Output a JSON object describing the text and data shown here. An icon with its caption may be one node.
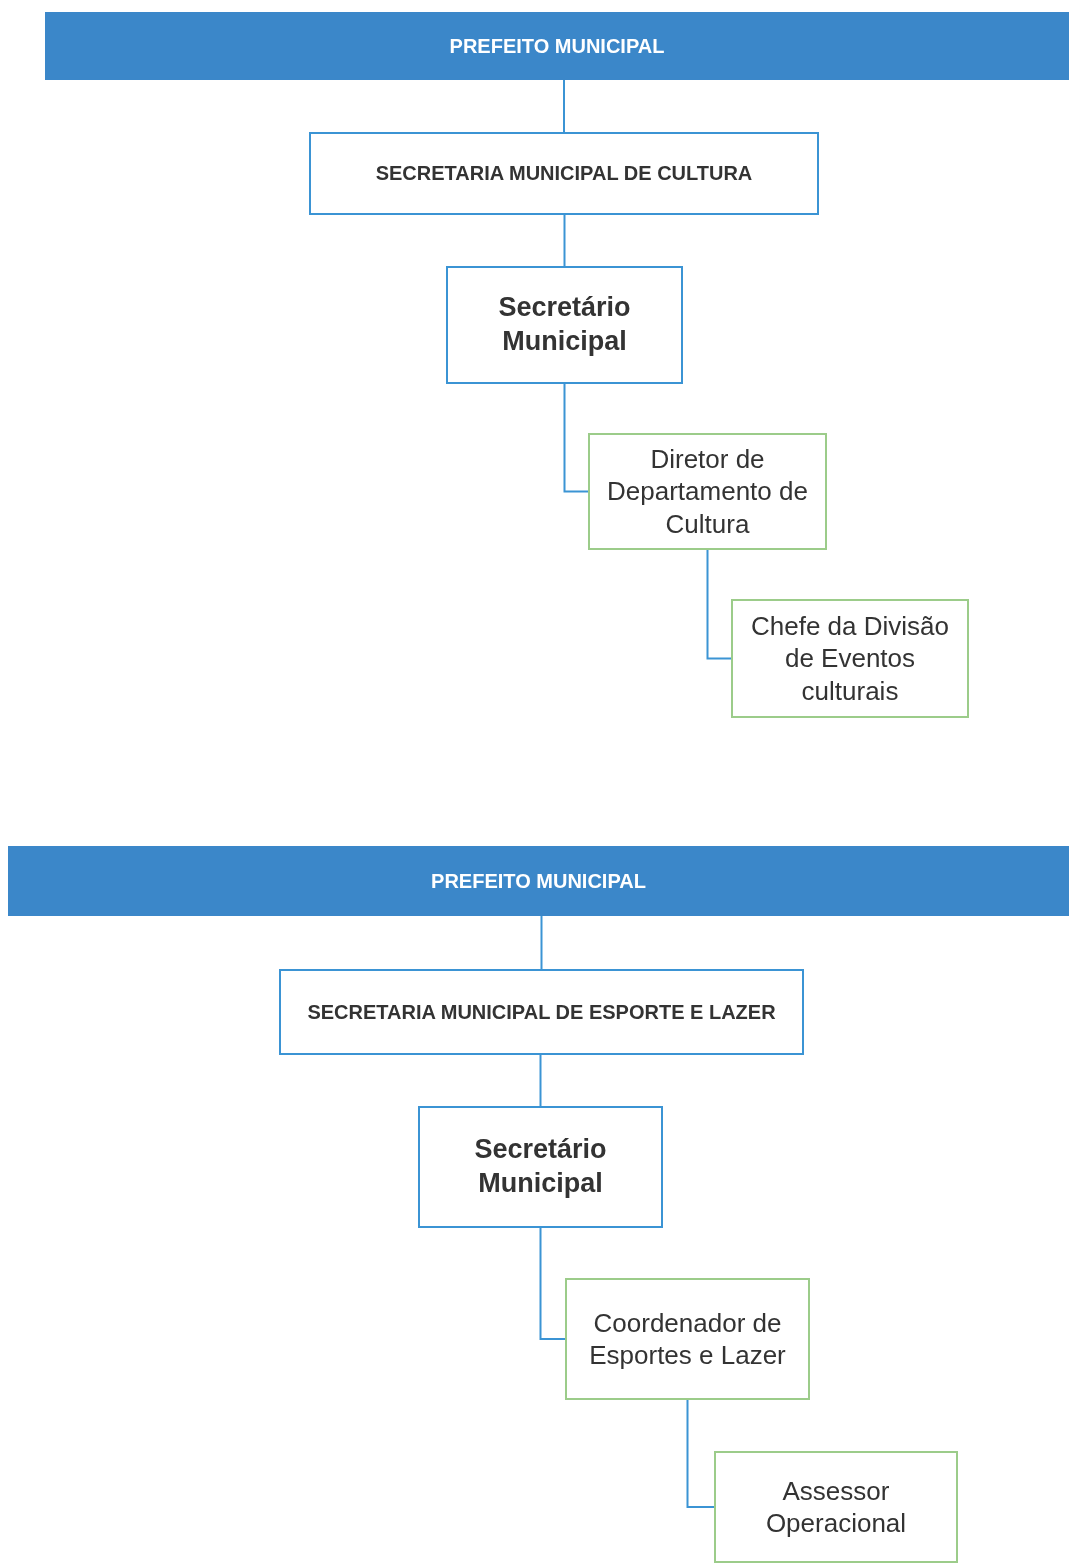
{
  "diagram": {
    "nodes": [
      {
        "text": [
          "PREFEITO MUNICIPAL"
        ]
      },
      {
        "text": [
          "SECRETARIA MUNICIPAL DE CULTURA"
        ]
      },
      {
        "text": [
          "Secretário Municipal"
        ]
      },
      {
        "text": [
          "Diretor de Departamento de Cultura"
        ]
      },
      {
        "text": [
          "Chefe da Divisão de Eventos culturais"
        ]
      },
      {
        "text": [
          "PREFEITO MUNICIPAL"
        ]
      },
      {
        "text": [
          "SECRETARIA MUNICIPAL DE ESPORTE E LAZER"
        ]
      },
      {
        "text": [
          "Secretário Municipal"
        ]
      },
      {
        "text": [
          "Coordenador de Esportes e Lazer"
        ]
      },
      {
        "text": [
          "Assessor Operacional"
        ]
      }
    ],
    "edges": [
      {
        "from": 0,
        "to": 1,
        "arrow": "none"
      },
      {
        "from": 1,
        "to": 2,
        "arrow": "none"
      },
      {
        "from": 2,
        "to": 3,
        "arrow": "none"
      },
      {
        "from": 3,
        "to": 4,
        "arrow": "none"
      },
      {
        "from": 5,
        "to": 6,
        "arrow": "none"
      },
      {
        "from": 6,
        "to": 7,
        "arrow": "none"
      },
      {
        "from": 7,
        "to": 8,
        "arrow": "none"
      },
      {
        "from": 8,
        "to": 9,
        "arrow": "none"
      }
    ]
  }
}
